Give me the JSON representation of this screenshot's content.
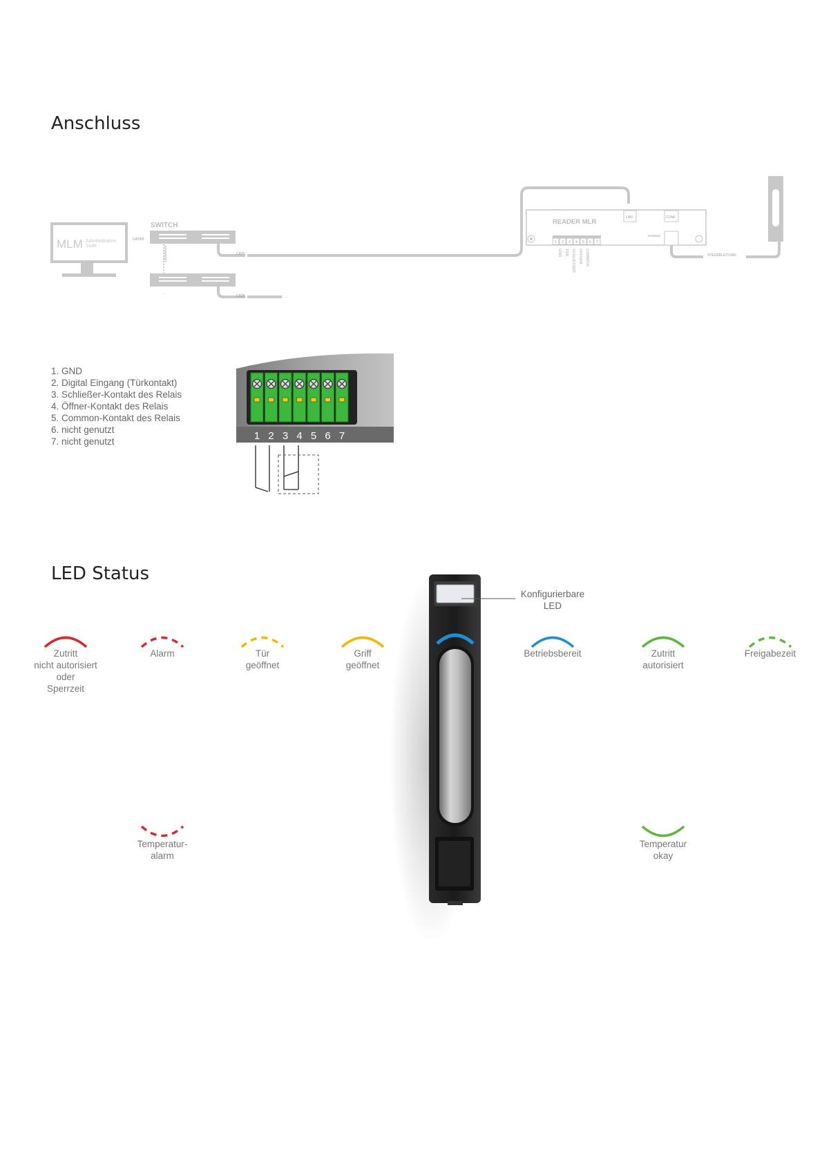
{
  "sections": {
    "connection_title": "Anschluss",
    "led_title": "LED Status"
  },
  "diagram": {
    "mlm_logo": "MLM",
    "mlm_suite_line1": "Administration",
    "mlm_suite_line2": "Suite",
    "switch_label": "SWITCH",
    "cat_label_left": "CAT5/6",
    "ethernet_label": "ETHERNET",
    "cat5_label_1": "CAT5",
    "cat5_label_2": "CAT5",
    "ellipsis_1": "...",
    "ellipsis_2": "...",
    "reader_label": "READER MLR",
    "lan_label": "LAN",
    "conf_label": "CONF",
    "handle_label": "HANDLE",
    "steuerleitung_label": "STEUERLEITUNG",
    "terminal_numbers": [
      "1",
      "2",
      "3",
      "4",
      "5",
      "6",
      "7"
    ],
    "terminal_labels": [
      "GND",
      "TÜR",
      "SCHLIESSER",
      "ÖFFNER",
      "COMMON"
    ]
  },
  "pins": {
    "items": [
      "1. GND",
      "2. Digital Eingang (Türkontakt)",
      "3. Schließer-Kontakt des Relais",
      "4. Öffner-Kontakt des Relais",
      "5. Common-Kontakt des Relais",
      "6. nicht genutzt",
      "7. nicht genutzt"
    ],
    "block_numbers": [
      "1",
      "2",
      "3",
      "4",
      "5",
      "6",
      "7"
    ],
    "terminal_color": "#3cb83c"
  },
  "led_status": {
    "callout": "Konfigurierbare\nLED",
    "top_row": [
      {
        "label": "Zutritt\nnicht autorisiert\noder\nSperrzeit",
        "color": "#d42a2a",
        "style": "solid"
      },
      {
        "label": "Alarm",
        "color": "#d42a2a",
        "style": "dashed"
      },
      {
        "label": "Tür\ngeöffnet",
        "color": "#f2b800",
        "style": "dashed"
      },
      {
        "label": "Griff\ngeöffnet",
        "color": "#f2b800",
        "style": "solid"
      },
      {
        "label": "Betriebsbereit",
        "color": "#1e8fd0",
        "style": "solid"
      },
      {
        "label": "Zutritt\nautorisiert",
        "color": "#5cb83c",
        "style": "solid"
      },
      {
        "label": "Freigabezeit",
        "color": "#5cb83c",
        "style": "dashed"
      }
    ],
    "bottom_row": [
      {
        "label": "Temperatur-\nalarm",
        "color": "#d42a2a",
        "style": "dashed"
      },
      {
        "label": "Temperatur\nokay",
        "color": "#5cb83c",
        "style": "solid"
      }
    ]
  }
}
